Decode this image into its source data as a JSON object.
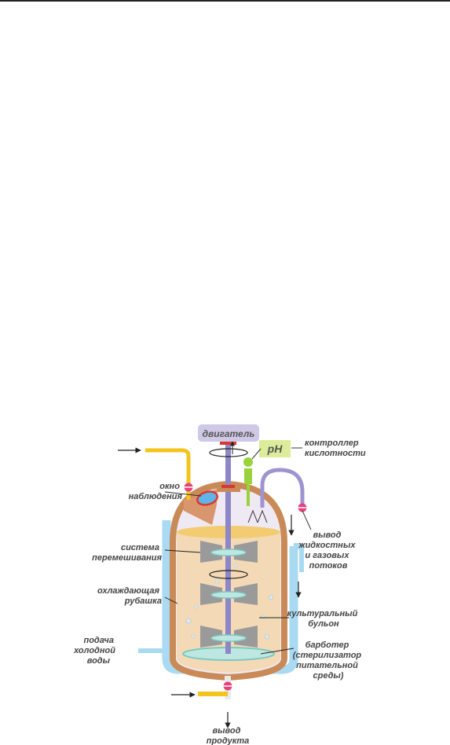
{
  "labels": {
    "motor": "двигатель",
    "ph": "pH",
    "controller_l1": "контроллер",
    "controller_l2": "кислотности",
    "window_l1": "окно",
    "window_l2": "наблюдения",
    "mixing_l1": "система",
    "mixing_l2": "перемешивания",
    "jacket_l1": "охлаждающая",
    "jacket_l2": "рубашка",
    "coldwater_l1": "подача",
    "coldwater_l2": "холодной",
    "coldwater_l3": "воды",
    "outlet_l1": "вывод",
    "outlet_l2": "жидкостных",
    "outlet_l3": "и газовых",
    "outlet_l4": "потоков",
    "broth_l1": "культуральный",
    "broth_l2": "бульон",
    "sparger_l1": "барботер",
    "sparger_l2": "(стерилизатор",
    "sparger_l3": "питательной",
    "sparger_l4": "среды)",
    "product_l1": "вывод",
    "product_l2": "продукта"
  },
  "colors": {
    "vessel_wall": "#c98a57",
    "broth": "#f3d9b5",
    "jacket": "#a9daf2",
    "shaft": "#8d86c7",
    "impeller": "#9a9a9a",
    "feed_pipe": "#f4c41e",
    "ph_probe": "#9bd23c",
    "valve": "#e8407a",
    "motor_box": "#cfc8e6",
    "ph_box": "#dbec9a"
  }
}
